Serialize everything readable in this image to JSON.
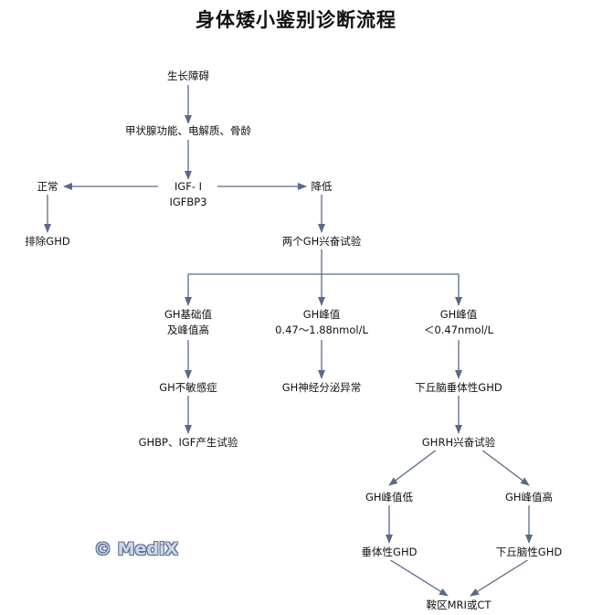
{
  "title": "身体矮小鉴别诊断流程",
  "nodes": {
    "growth_disorder": "生长障碍",
    "thyroid": "甲状腺功能、电解质、骨龄",
    "igf1": "IGF- I",
    "igfbp3": "IGFBP3",
    "normal": "正常",
    "exclude_ghd": "排除GHD",
    "decreased": "降低",
    "two_gh_tests": "两个GH兴奋试验",
    "gh_basal_line1": "GH基础值",
    "gh_basal_line2": "及峰值高",
    "gh_peak_mid_line1": "GH峰值",
    "gh_peak_mid_line2": "0.47～1.88nmol/L",
    "gh_peak_low_line1": "GH峰值",
    "gh_peak_low_line2": "＜0.47nmol/L",
    "gh_insensitivity": "GH不敏感症",
    "gh_neurosecretory": "GH神经分泌异常",
    "hypothalamic_pituitary_ghd": "下丘脑垂体性GHD",
    "ghbp_igf_test": "GHBP、IGF产生试验",
    "ghrh_test": "GHRH兴奋试验",
    "gh_peak_low2": "GH峰值低",
    "gh_peak_high2": "GH峰值高",
    "pituitary_ghd": "垂体性GHD",
    "hypothalamic_ghd": "下丘脑性GHD",
    "saddle_mri_ct": "鞍区MRI或CT"
  },
  "watermark": "© MediX",
  "colors": {
    "line": "#5a6a87",
    "text": "#111111"
  }
}
